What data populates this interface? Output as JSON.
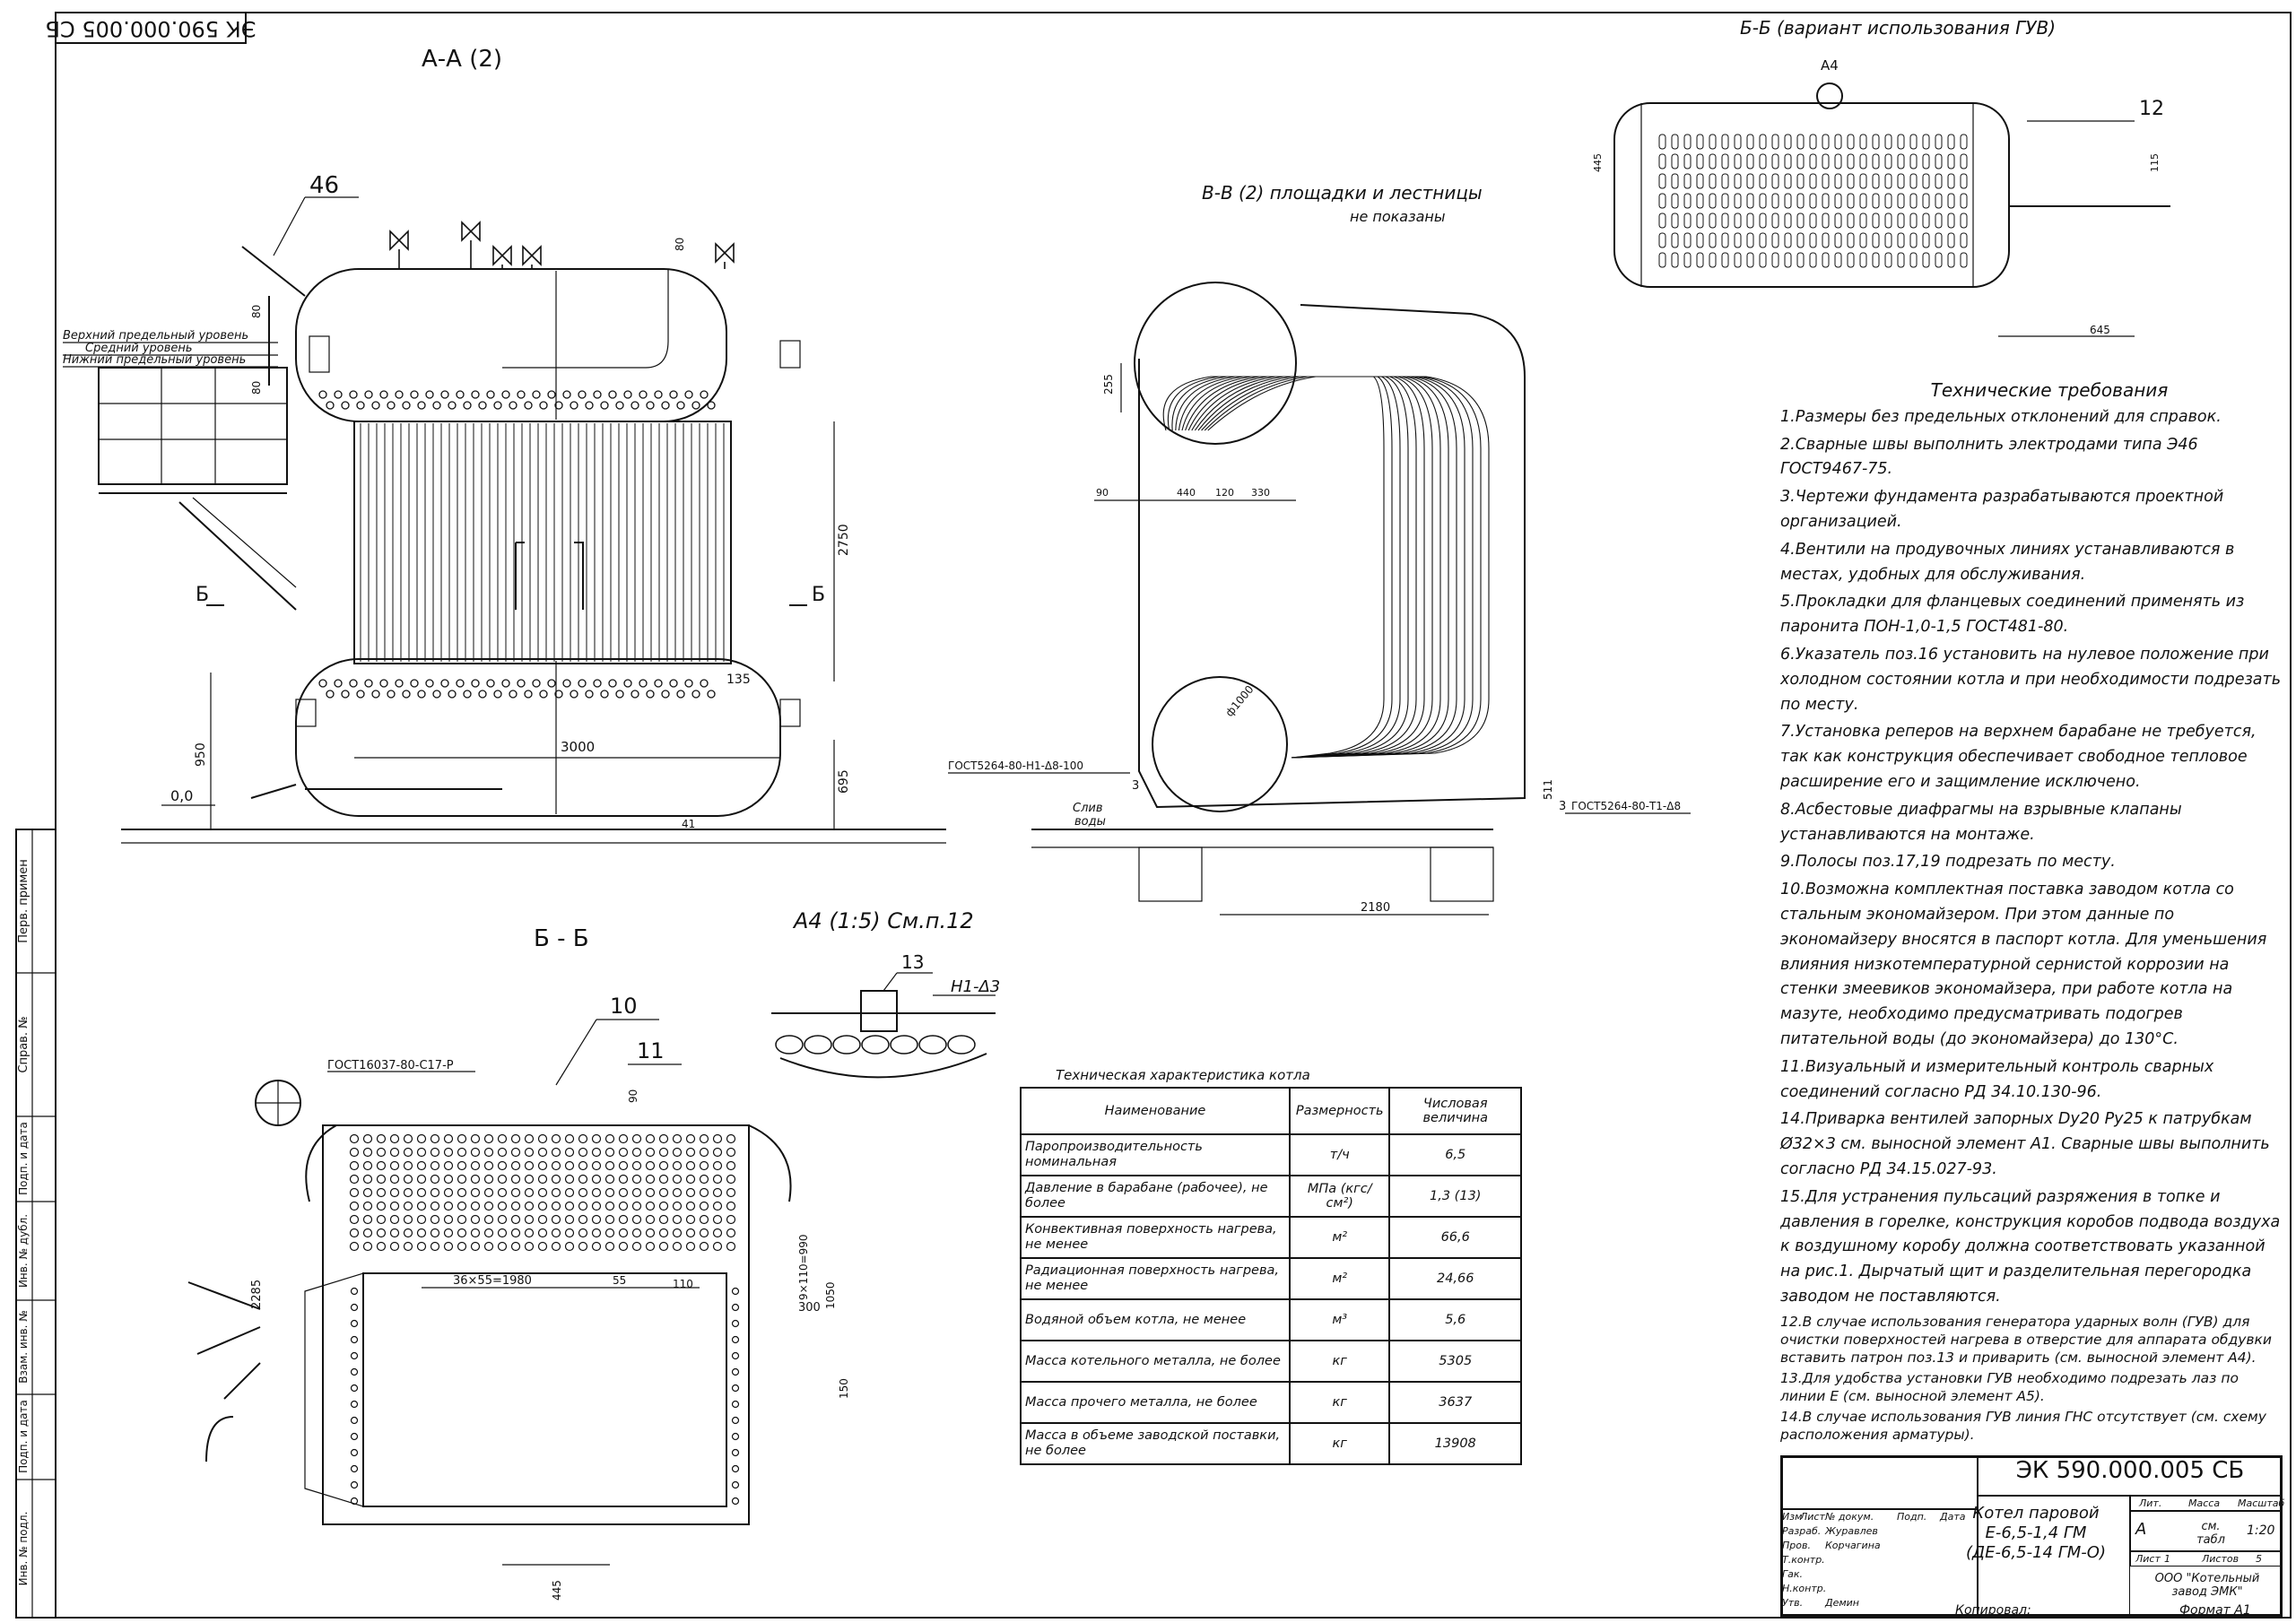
{
  "stamp_code": "ЭК 590.000.005 СБ",
  "views": {
    "aa_title": "А-А (2)",
    "vv_title": "В-В (2) площадки и лестницы",
    "vv_subtitle": "не показаны",
    "bb_var_title": "Б-Б (вариант использования ГУВ)",
    "bb_title": "Б - Б",
    "a4_title": "А4 (1:5) См.п.12"
  },
  "aa_labels": {
    "upper_level": "Верхний предельный уровень",
    "middle_level": "Средний уровень",
    "lower_level": "Нижний предельный уровень",
    "pos46": "46",
    "dim80a": "80",
    "dim80b": "80",
    "dim80top": "80",
    "dim2750": "2750",
    "dim950": "950",
    "dim695": "695",
    "dim135": "135",
    "dim3000": "3000",
    "zero": "0,0",
    "cut_b_left": "Б",
    "cut_b_right": "Б",
    "pos41": "41"
  },
  "vv_labels": {
    "d255": "255",
    "d90": "90",
    "d440": "440",
    "d120": "120",
    "d330": "330",
    "d1000": "ф1000",
    "gost_left": "ГОСТ5264-80-Н1-Δ8-100",
    "drain1": "Слив",
    "drain2": "воды",
    "weld3a": "3",
    "weld3b": "3",
    "d511": "511",
    "gost_right": "ГОСТ5264-80-Т1-Δ8",
    "d2180": "2180"
  },
  "bbvar_labels": {
    "a4": "А4",
    "pos12": "12",
    "d445": "445",
    "d115": "115",
    "d645": "645"
  },
  "bb_labels": {
    "pos10": "10",
    "pos11": "11",
    "gost": "ГОСТ16037-80-С17-Р",
    "d90": "90",
    "d36x55": "36×55=1980",
    "d55": "55",
    "d110": "110",
    "d2285": "2285",
    "d9x110": "9×110=990",
    "d1050": "1050",
    "d300": "300",
    "d150": "150",
    "d445": "445"
  },
  "a4_labels": {
    "pos13": "13",
    "weld": "Н1-Δ3"
  },
  "side_stamps": [
    "Перв. примен",
    "Справ. №",
    "Подп. и дата",
    "Инв. № дубл.",
    "Взам. инв. №",
    "Подп. и дата",
    "Инв. № подл."
  ],
  "requirements": {
    "title": "Технические требования",
    "items": [
      "1.Размеры без предельных отклонений для справок.",
      "2.Сварные швы выполнить электродами типа Э46 ГОСТ9467-75.",
      "3.Чертежи фундамента разрабатываются проектной организацией.",
      "4.Вентили на продувочных линиях устанавливаются в местах, удобных для обслуживания.",
      "5.Прокладки для фланцевых соединений применять из паронита ПОН-1,0-1,5 ГОСТ481-80.",
      "6.Указатель поз.16 установить на нулевое положение при холодном состоянии котла и при необходимости подрезать по месту.",
      "7.Установка реперов на верхнем барабане не требуется, так как конструкция обеспечивает свободное тепловое расширение его и защимление исключено.",
      "8.Асбестовые диафрагмы на взрывные клапаны устанавливаются на монтаже.",
      "9.Полосы поз.17,19 подрезать по месту.",
      "10.Возможна комплектная поставка заводом котла со стальным экономайзером. При этом данные по экономайзеру вносятся в паспорт котла. Для уменьшения влияния низкотемпературной сернистой коррозии на стенки змеевиков экономайзера, при работе котла на мазуте, необходимо предусматривать подогрев питательной воды (до экономайзера) до 130°С.",
      "11.Визуальный и измерительный контроль сварных соединений согласно РД 34.10.130-96.",
      "14.Приварка вентилей запорных Dy20 Py25 к патрубкам Ø32×3 см. выносной элемент А1. Сварные швы выполнить согласно РД 34.15.027-93.",
      "15.Для устранения пульсаций разряжения в топке и давления в горелке, конструкция коробов подвода воздуха к воздушному коробу должна соответствовать указанной на рис.1. Дырчатый щит и разделительная перегородка заводом не поставляются."
    ],
    "small_items": [
      "12.В случае использования генератора ударных волн (ГУВ) для очистки поверхностей нагрева в отверстие для аппарата обдувки вставить патрон поз.13 и приварить (см. выносной элемент А4).",
      "13.Для удобства установки ГУВ необходимо подрезать лаз по линии Е (см. выносной элемент А5).",
      "14.В случае использования ГУВ линия ГНС отсутствует (см. схему расположения арматуры)."
    ]
  },
  "char_table": {
    "title": "Техническая характеристика котла",
    "headers": [
      "Наименование",
      "Размерность",
      "Числовая величина"
    ],
    "rows": [
      {
        "name": "Паропроизводительность номинальная",
        "unit": "т/ч",
        "value": "6,5"
      },
      {
        "name": "Давление в барабане (рабочее), не более",
        "unit": "МПа (кгс/см²)",
        "value": "1,3 (13)"
      },
      {
        "name": "Конвективная поверхность нагрева, не менее",
        "unit": "м²",
        "value": "66,6"
      },
      {
        "name": "Радиационная поверхность нагрева, не менее",
        "unit": "м²",
        "value": "24,66"
      },
      {
        "name": "Водяной объем котла, не менее",
        "unit": "м³",
        "value": "5,6"
      },
      {
        "name": "Масса котельного металла, не более",
        "unit": "кг",
        "value": "5305"
      },
      {
        "name": "Масса прочего металла, не более",
        "unit": "кг",
        "value": "3637"
      },
      {
        "name": "Масса в объеме заводской поставки, не более",
        "unit": "кг",
        "value": "13908"
      }
    ]
  },
  "title_block": {
    "code": "ЭК 590.000.005 СБ",
    "name_line1": "Котел паровой",
    "name_line2": "Е-6,5-1,4 ГМ",
    "name_line3": "(ДЕ-6,5-14 ГМ-О)",
    "col_headers": [
      "Изм",
      "Лист",
      "№ докум.",
      "Подп.",
      "Дата"
    ],
    "roles": [
      "Разраб.",
      "Пров.",
      "Т.контр.",
      "Гак.",
      "Н.контр.",
      "Утв."
    ],
    "names": [
      "Журавлев",
      "Корчагина",
      "",
      "",
      "",
      "Демин"
    ],
    "lit_label": "Лит.",
    "mass_label": "Масса",
    "scale_label": "Масштаб",
    "lit_value": "А",
    "mass_value": "см. табл",
    "scale_value": "1:20",
    "sheet_label": "Лист",
    "sheet_value": "1",
    "sheets_label": "Листов",
    "sheets_value": "5",
    "org": "ООО \"Котельный завод ЭМК\"",
    "copied": "Копировал:",
    "format": "Формат А1"
  }
}
